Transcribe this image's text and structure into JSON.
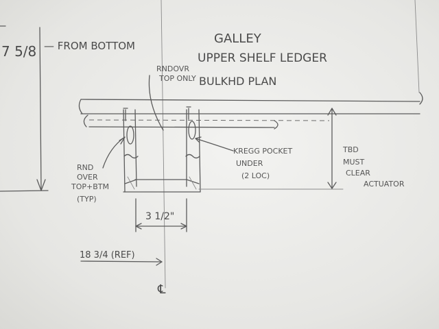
{
  "margin_note": {
    "dimension": "7 5/8",
    "suffix": "— FROM BOTTOM"
  },
  "title": {
    "line1": "GALLEY",
    "line2": "UPPER SHELF LEDGER",
    "line3": "BULKHD PLAN"
  },
  "notes": {
    "round_top": [
      "RNDOVR",
      "TOP ONLY"
    ],
    "round_over": [
      "RND",
      "OVER",
      "TOP+BTM",
      "(TYP)"
    ],
    "kreg": [
      "KREGG POCKET",
      "UNDER",
      "(2 LOC)"
    ],
    "tbd": [
      "TBD",
      "MUST",
      "CLEAR",
      "ACTUATOR"
    ]
  },
  "dimensions": {
    "width": "3 1/2\"",
    "ref": "18 3/4 (REF)"
  },
  "centerline": "℄"
}
